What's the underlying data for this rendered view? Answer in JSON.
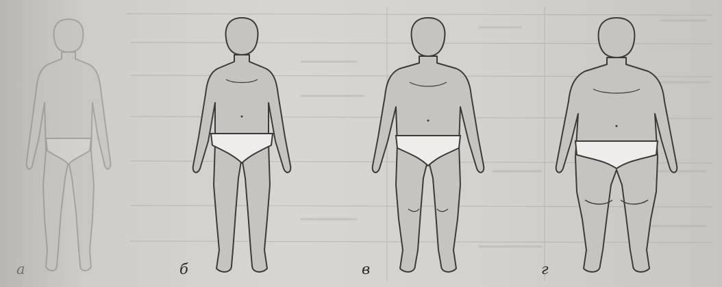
{
  "figures": [
    {
      "id": "a",
      "label": "а",
      "build": "slim"
    },
    {
      "id": "b",
      "label": "б",
      "build": "normal"
    },
    {
      "id": "c",
      "label": "в",
      "build": "athletic"
    },
    {
      "id": "d",
      "label": "г",
      "build": "heavy"
    }
  ],
  "colors": {
    "outline": "#3a3a3a",
    "skin": "#c6c4bf",
    "underwear": "#eeede9",
    "faded": "#8a8985"
  }
}
